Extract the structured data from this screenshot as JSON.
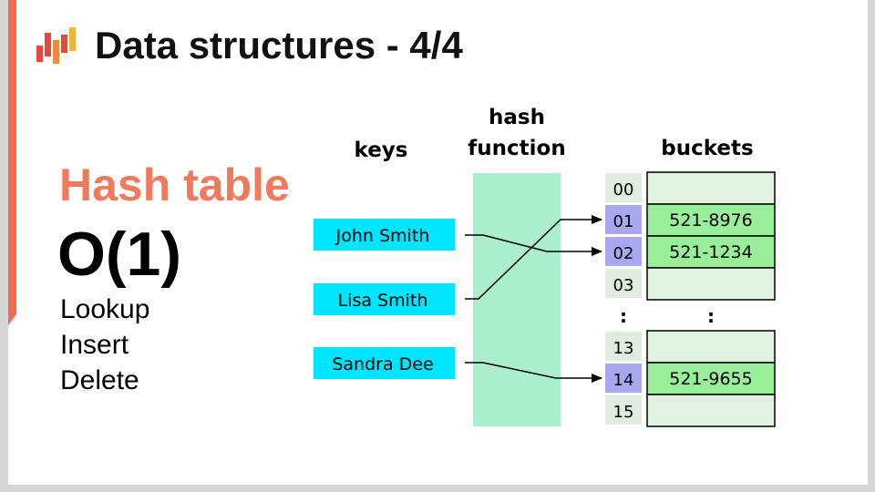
{
  "slide": {
    "title": "Data structures - 4/4",
    "subtitle": "Hash table",
    "complexity": "O(1)",
    "operations": [
      "Lookup",
      "Insert",
      "Delete"
    ]
  },
  "diagram": {
    "keys_label": "keys",
    "hash_label_line1": "hash",
    "hash_label_line2": "function",
    "buckets_label": "buckets",
    "keys": [
      "John Smith",
      "Lisa Smith",
      "Sandra Dee"
    ],
    "buckets": [
      {
        "index": "00",
        "value": "",
        "highlight": false
      },
      {
        "index": "01",
        "value": "521-8976",
        "highlight": true
      },
      {
        "index": "02",
        "value": "521-1234",
        "highlight": true
      },
      {
        "index": "03",
        "value": "",
        "highlight": false
      },
      {
        "index": "13",
        "value": "",
        "highlight": false
      },
      {
        "index": "14",
        "value": "521-9655",
        "highlight": true
      },
      {
        "index": "15",
        "value": "",
        "highlight": false
      }
    ],
    "ellipsis": ":",
    "mappings": [
      {
        "key": "John Smith",
        "bucket": "02"
      },
      {
        "key": "Lisa Smith",
        "bucket": "01"
      },
      {
        "key": "Sandra Dee",
        "bucket": "14"
      }
    ]
  },
  "colors": {
    "accent": "#f06b4f",
    "subtitle": "#f07a5c",
    "key_fill": "#00e5ff",
    "hash_fill": "#aaeecc",
    "index_fill": "#e0ece0",
    "index_highlight": "#a8a8f0",
    "value_fill": "#e0f2e0",
    "value_highlight": "#99ee99"
  }
}
